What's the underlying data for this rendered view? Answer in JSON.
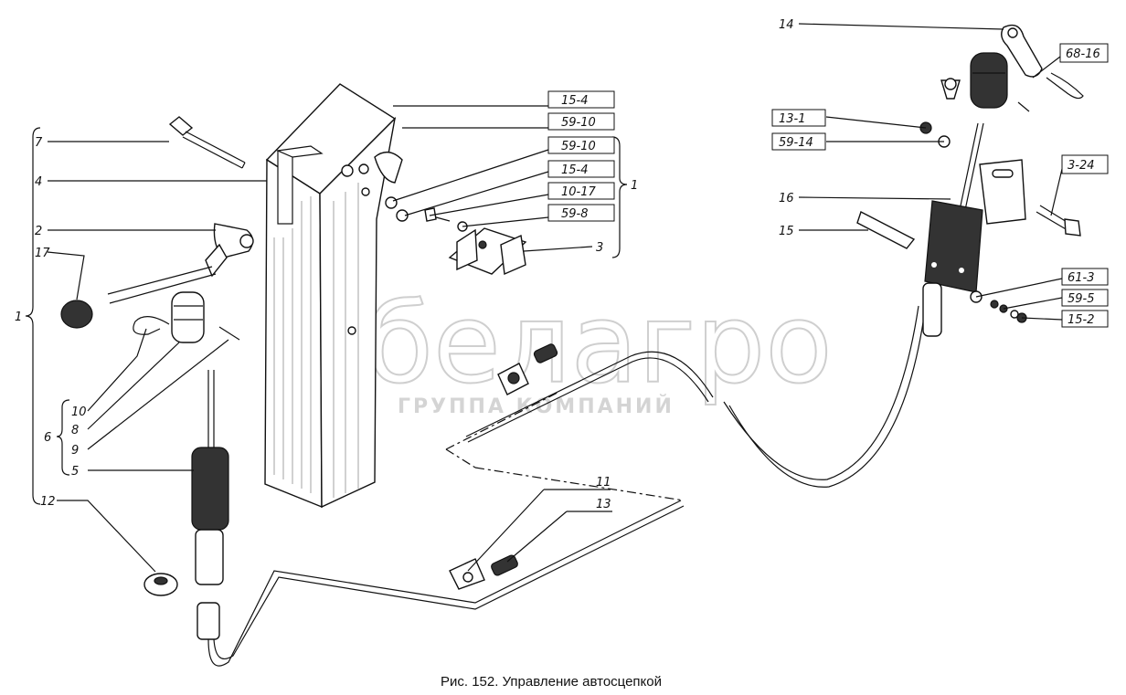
{
  "caption": "Рис. 152. Управление автосцепкой",
  "watermark": {
    "brand": "белагро",
    "subtitle": "ГРУППА КОМПАНИЙ"
  },
  "callouts": {
    "n7": "7",
    "n4": "4",
    "n2": "2",
    "n17": "17",
    "n1_left": "1",
    "n10": "10",
    "n8": "8",
    "n6": "6",
    "n9": "9",
    "n5": "5",
    "n12": "12",
    "n11": "11",
    "n13": "13",
    "n14": "14",
    "n16": "16",
    "n15": "15",
    "n1_right": "1",
    "n3": "3"
  },
  "boxed_refs": {
    "r15_4_top": "15-4",
    "r59_10_top": "59-10",
    "r59_10": "59-10",
    "r15_4": "15-4",
    "r10_17": "10-17",
    "r59_8": "59-8",
    "r68_16": "68-16",
    "r13_1": "13-1",
    "r59_14": "59-14",
    "r3_24": "3-24",
    "r61_3": "61-3",
    "r59_5": "59-5",
    "r15_2": "15-2"
  }
}
